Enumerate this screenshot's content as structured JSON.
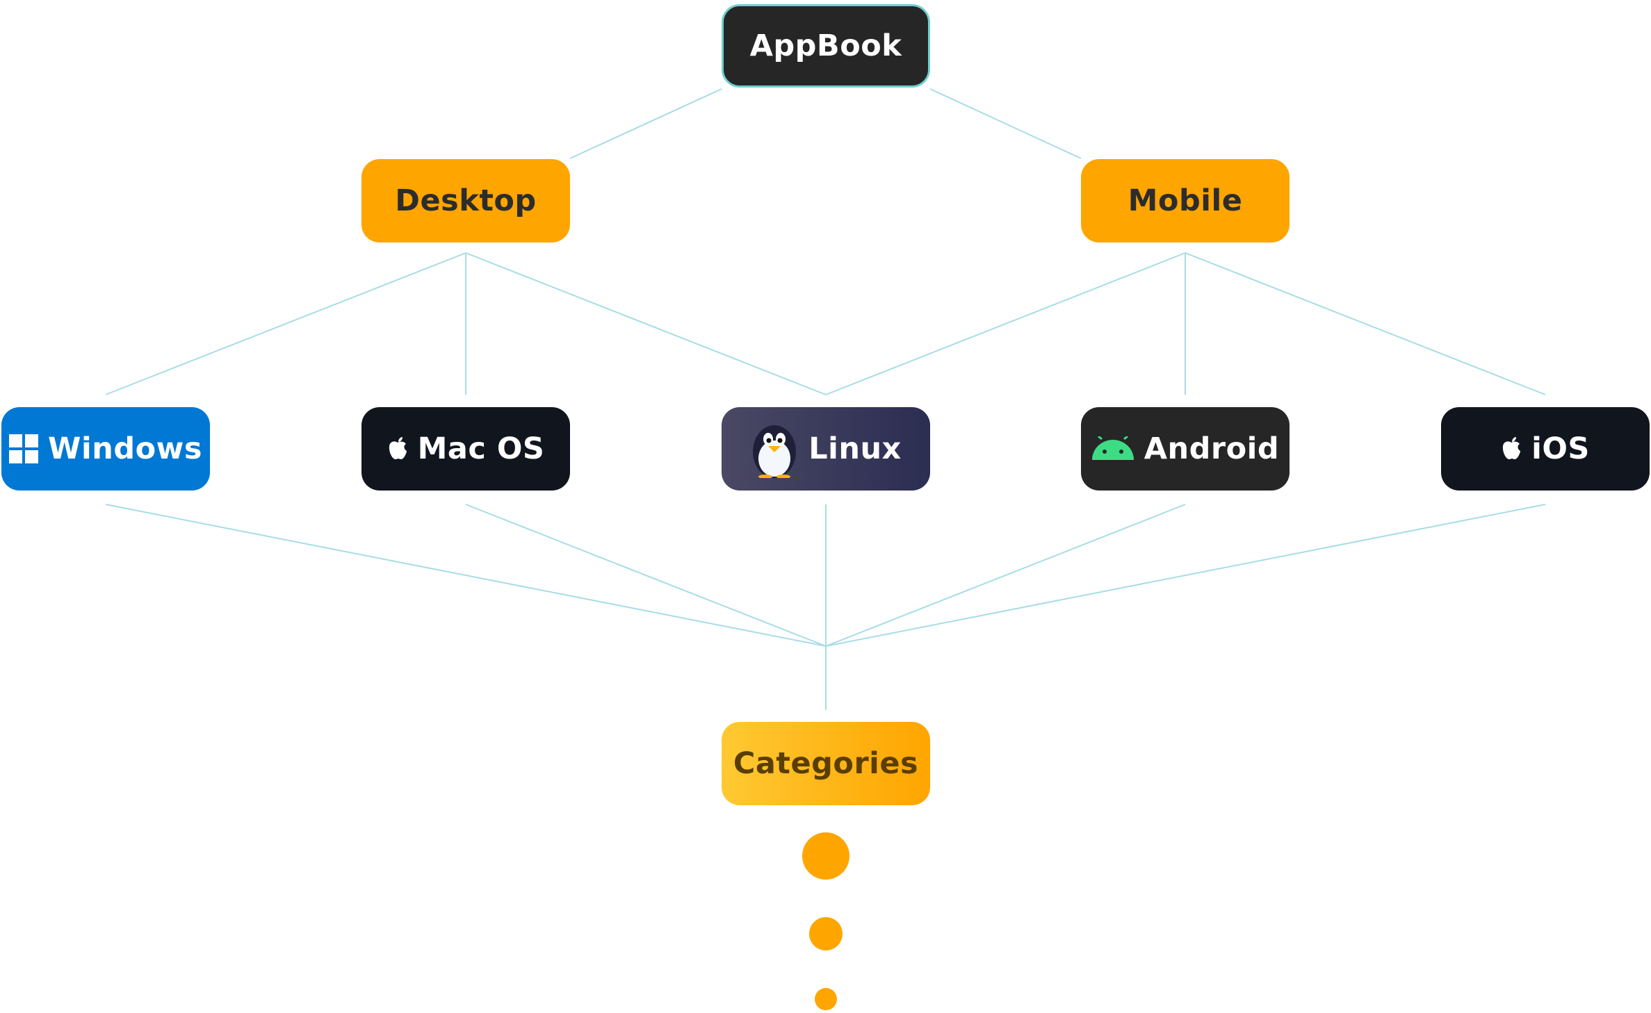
{
  "diagram": {
    "root": {
      "label": "AppBook"
    },
    "groups": {
      "desktop": {
        "label": "Desktop"
      },
      "mobile": {
        "label": "Mobile"
      }
    },
    "platforms": {
      "windows": {
        "label": "Windows",
        "icon": "windows-logo-icon"
      },
      "macos": {
        "label": "Mac OS",
        "icon": "apple-logo-icon"
      },
      "linux": {
        "label": "Linux",
        "icon": "penguin-icon"
      },
      "android": {
        "label": "Android",
        "icon": "android-robot-icon"
      },
      "ios": {
        "label": "iOS",
        "icon": "apple-logo-icon"
      }
    },
    "categories": {
      "label": "Categories"
    },
    "edges": [
      [
        "AppBook",
        "Desktop"
      ],
      [
        "AppBook",
        "Mobile"
      ],
      [
        "Desktop",
        "Windows"
      ],
      [
        "Desktop",
        "Mac OS"
      ],
      [
        "Desktop",
        "Linux"
      ],
      [
        "Mobile",
        "Linux"
      ],
      [
        "Mobile",
        "Android"
      ],
      [
        "Mobile",
        "iOS"
      ],
      [
        "Windows",
        "Categories"
      ],
      [
        "Mac OS",
        "Categories"
      ],
      [
        "Linux",
        "Categories"
      ],
      [
        "Android",
        "Categories"
      ],
      [
        "iOS",
        "Categories"
      ]
    ],
    "colors": {
      "accent": "#ffa500",
      "connector": "#a6dde6",
      "root_border": "#6fcfcf",
      "windows_blue": "#0078d4",
      "android_green": "#3ddc84"
    }
  }
}
